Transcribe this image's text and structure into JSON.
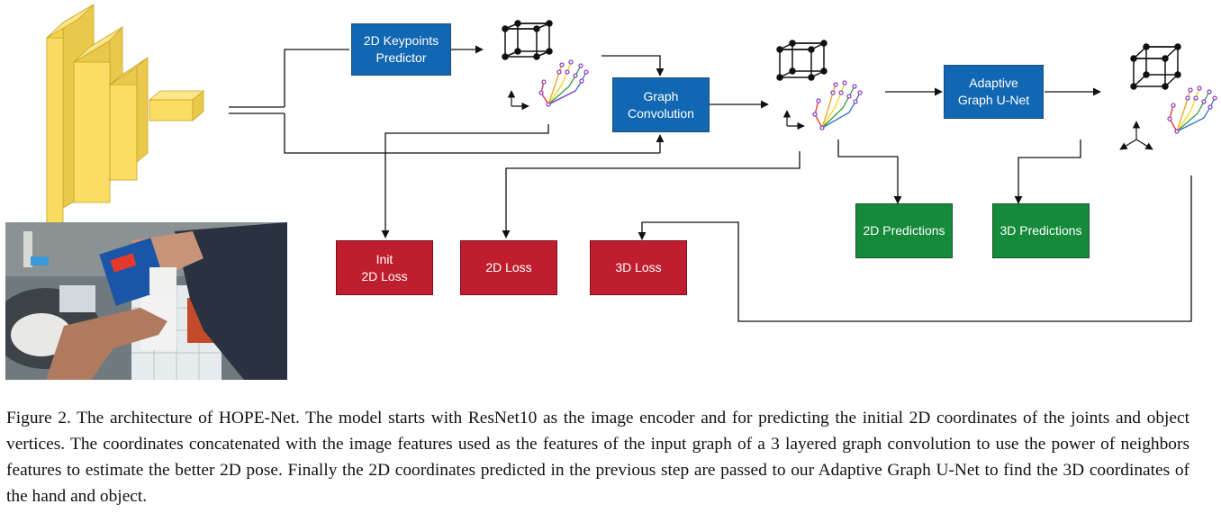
{
  "figure": {
    "boxes": {
      "keypoints_predictor": "2D Keypoints\nPredictor",
      "graph_convolution": "Graph\nConvolution",
      "adaptive_unet": "Adaptive\nGraph U-Net",
      "init_2d_loss": "Init\n2D Loss",
      "loss_2d": "2D Loss",
      "loss_3d": "3D Loss",
      "predictions_2d": "2D Predictions",
      "predictions_3d": "3D Predictions"
    },
    "colors": {
      "model_block": "#1167b1",
      "loss_block": "#bf1e2e",
      "prediction_block": "#158a3a",
      "encoder": "#f7d95c",
      "arrow": "#111111"
    },
    "caption": "Figure 2. The architecture of HOPE-Net. The model starts with ResNet10 as the image encoder and for predicting the initial 2D coordinates of the joints and object vertices. The coordinates concatenated with the image features used as the features of the input graph of a 3 layered graph convolution to use the power of neighbors features to estimate the better 2D pose.  Finally the 2D coordinates predicted in the previous step are passed to our Adaptive Graph U-Net to find the 3D coordinates of the hand and object.",
    "photo_icon": "hand-holding-object-photo"
  }
}
